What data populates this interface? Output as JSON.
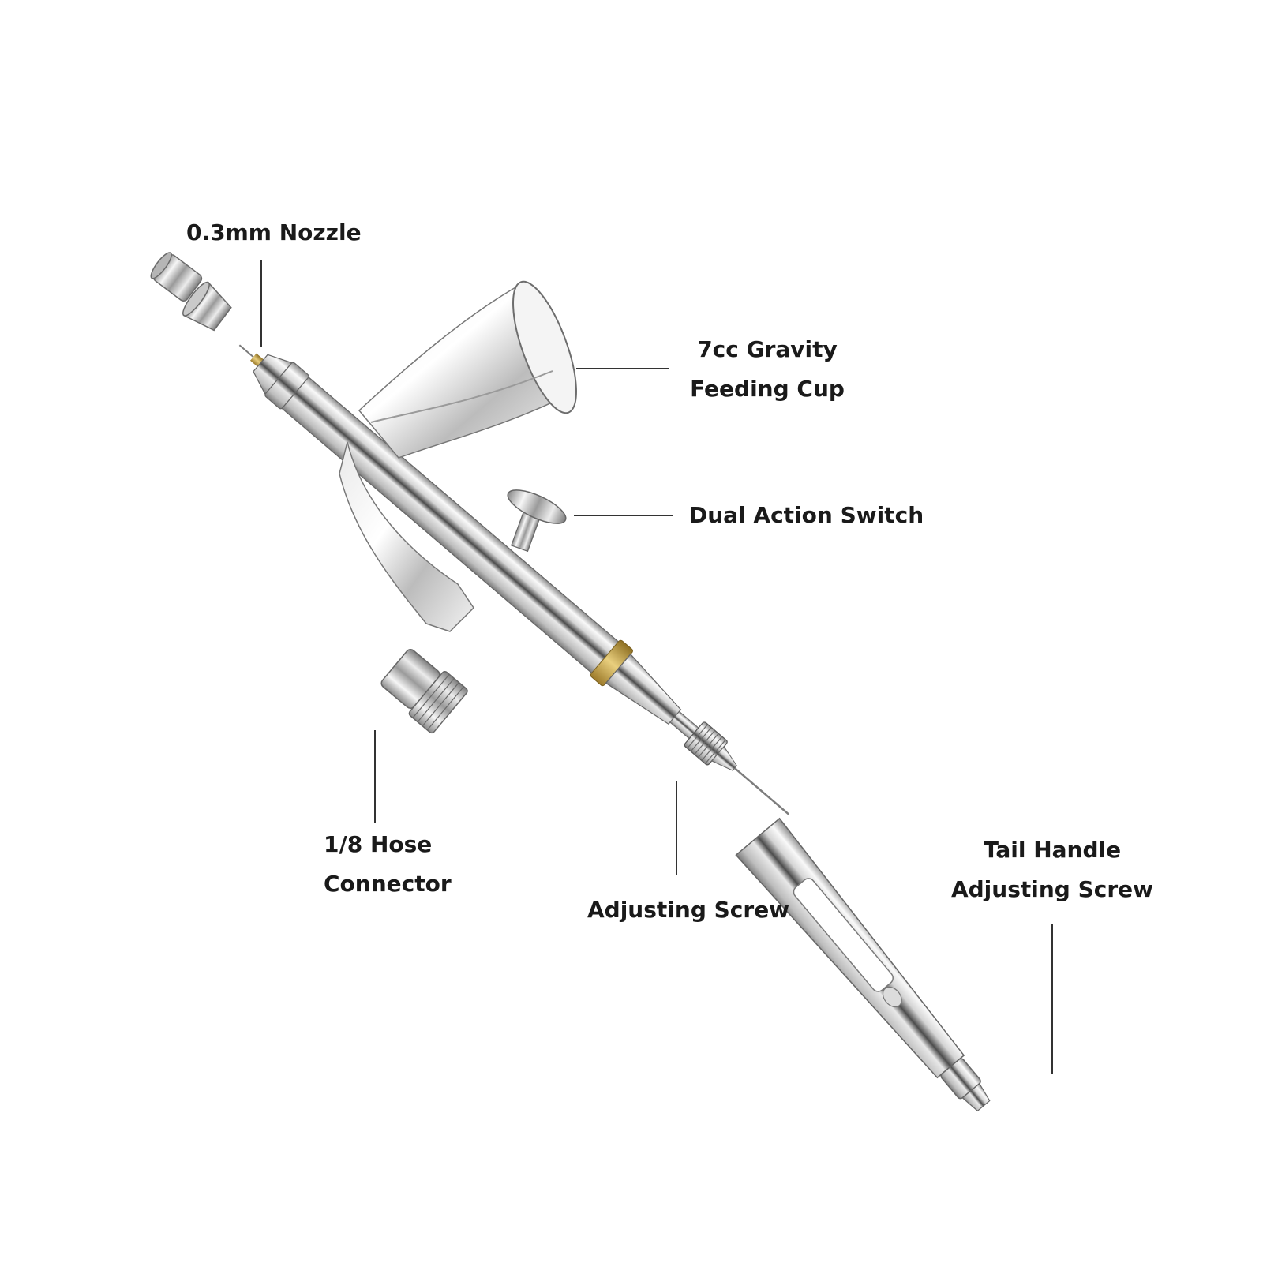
{
  "labels": {
    "nozzle": {
      "line1": "0.3mm Nozzle"
    },
    "cup": {
      "line1": "7cc Gravity",
      "line2": "Feeding Cup"
    },
    "switch": {
      "line1": "Dual Action Switch"
    },
    "hose": {
      "line1": "1/8 Hose",
      "line2": "Connector"
    },
    "screw": {
      "line1": "Adjusting Screw"
    },
    "tail": {
      "line1": "Tail Handle",
      "line2": "Adjusting Screw"
    }
  },
  "colors": {
    "chrome_light": "#f7f7f7",
    "chrome_mid": "#c8c8c8",
    "chrome_dark": "#5a5a5a",
    "brass": "#c9a54a",
    "text": "#1a1a1a"
  }
}
